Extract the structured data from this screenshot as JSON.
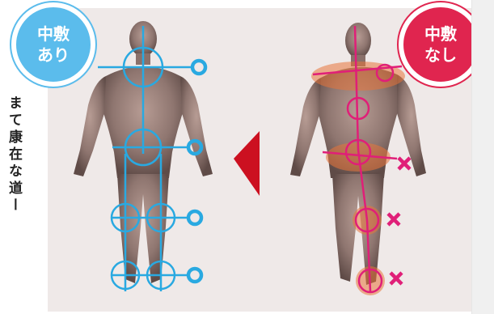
{
  "badges": {
    "with_insole": {
      "line1": "中敷",
      "line2": "あり"
    },
    "without_insole": {
      "line1": "中敷",
      "line2": "なし"
    }
  },
  "side_text": "まて康在な道ー",
  "markers": {
    "good": "O",
    "bad": "×"
  },
  "colors": {
    "with_insole": "#29a9e1",
    "without_insole": "#e01f78",
    "arrow": "#cc1020",
    "panel": "#efe9e8",
    "highlight": "#e8743a"
  }
}
